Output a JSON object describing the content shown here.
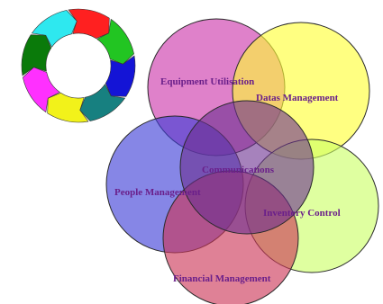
{
  "cycle": {
    "icon": "cycle-arrows-icon",
    "arrow_colors": [
      "#ff2020",
      "#22c522",
      "#1414d6",
      "#178080",
      "#f2f21a",
      "#ff30ff",
      "#0a7a0a",
      "#2ee8ef"
    ]
  },
  "venn": {
    "circles": [
      {
        "key": "equipment",
        "label": "Equipment Utilisation",
        "color": "#cc33aa"
      },
      {
        "key": "datas",
        "label": "Datas Management",
        "color": "#ffff33"
      },
      {
        "key": "people",
        "label": "People Management",
        "color": "#3b3bd6"
      },
      {
        "key": "inventory",
        "label": "Inventory Control",
        "color": "#ccff66"
      },
      {
        "key": "financial",
        "label": "Financial Management",
        "color": "#cc3355"
      },
      {
        "key": "communications",
        "label": "Communications",
        "color": "#6b2f8f"
      }
    ]
  }
}
